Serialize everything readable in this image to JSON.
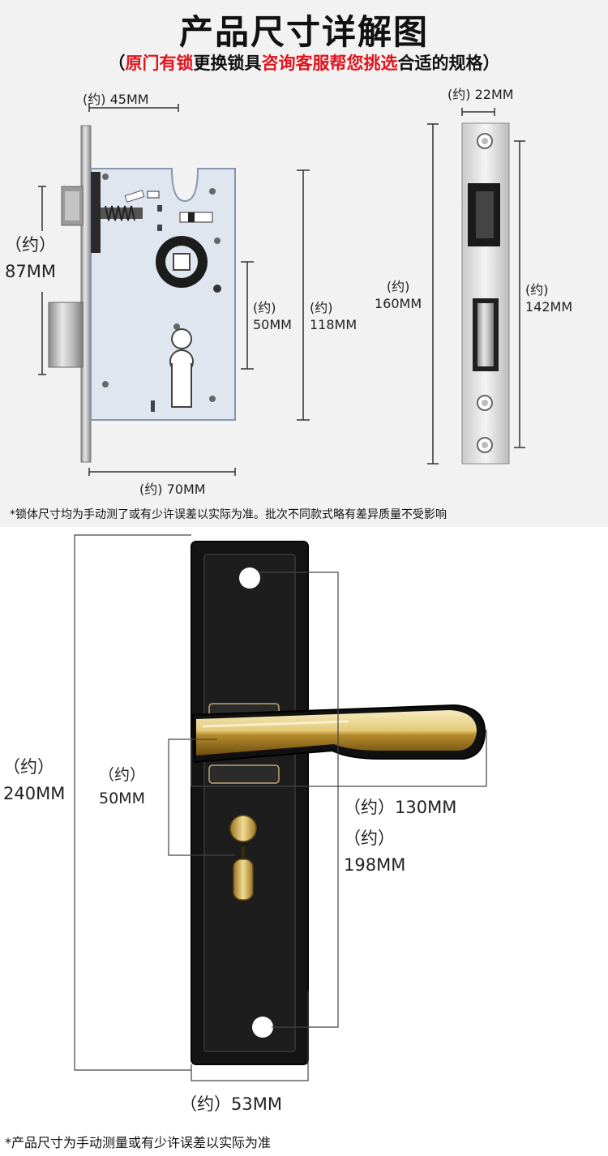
{
  "header": {
    "title": "产品尺寸详解图",
    "subtitle_parts": {
      "open": "（",
      "red1": "原门有锁",
      "black1": "更换锁具",
      "red2": "咨询客服帮您挑选",
      "black2": "合适的规格",
      "close": "）"
    }
  },
  "lock_body": {
    "width_top": {
      "approx": "(约)",
      "value": "45MM"
    },
    "left_height": {
      "approx": "（约）",
      "value": "87MM"
    },
    "inner_height": {
      "approx": "(约)",
      "value": "50MM"
    },
    "total_height": {
      "approx": "(约)",
      "value": "118MM"
    },
    "bottom_width": {
      "approx": "(约)",
      "value": "70MM"
    }
  },
  "strike_plate": {
    "width": {
      "approx": "(约)",
      "value": "22MM"
    },
    "outer_height": {
      "approx": "(约)",
      "value": "160MM"
    },
    "hole_spacing": {
      "approx": "(约)",
      "value": "142MM"
    }
  },
  "notes": {
    "lock_note": "*锁体尺寸均为手动测了或有少许误差以实际为准。批次不同款式略有差异质量不受影响",
    "handle_note": "*产品尺寸为手动测量或有少许误差以实际为准"
  },
  "handle": {
    "total_height": {
      "approx": "（约）",
      "value": "240MM"
    },
    "center_distance": {
      "approx": "（约）",
      "value": "50MM"
    },
    "lever_length": {
      "approx": "（约）",
      "value": "130MM"
    },
    "hole_distance": {
      "approx": "（约）",
      "value": "198MM"
    },
    "plate_width": {
      "approx": "（约）",
      "value": "53MM"
    }
  },
  "colors": {
    "accent_red": "#e0141e",
    "plate_black": "#111111",
    "gold": "#d4b25a",
    "steel": "#b8b8b8",
    "lock_blue": "#dfe6f0"
  }
}
